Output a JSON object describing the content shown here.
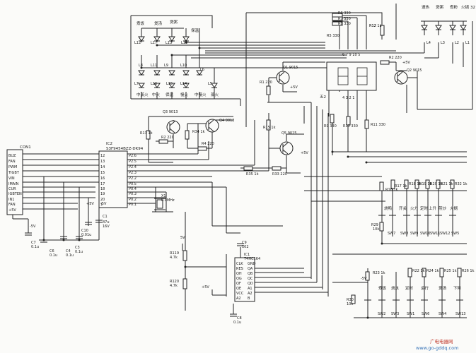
{
  "leds": {
    "top_left": [
      "煮饭",
      "煲汤",
      "煲粥",
      "保温"
    ],
    "bottom_row": [
      "中蒸火",
      "中火",
      "保温",
      "慢火",
      "中慢火",
      "蒸火"
    ],
    "top_right": [
      "速热",
      "煲粥",
      "煮粉",
      "火锅"
    ],
    "top_right_extra": "32"
  },
  "refs": {
    "L12": "L12",
    "L17": "L17",
    "L13": "L13",
    "L18": "L18",
    "L8": "L8",
    "L11": "L11",
    "L9": "L9",
    "L10": "L10",
    "L6": "L6",
    "L7": "L7",
    "L16": "L16",
    "L15": "L15",
    "L14": "L14",
    "L5": "L5",
    "L4": "L4",
    "L3": "L3",
    "L2": "L2",
    "L1": "L1"
  },
  "resistors": {
    "R6": "R6 330",
    "R7": "R7 330",
    "R8": "R8 330",
    "R5": "R5 330",
    "R12_top": "R12 1k",
    "R12_label": "R12",
    "R2": "R2 220",
    "R1": "R1 220",
    "R9": "R9 330",
    "R10": "R10 330",
    "R11": "R11 330",
    "R13": "R13 1k",
    "R2b": "R2 220",
    "R34": "R34 1k",
    "R4": "R4 220",
    "R15": "R15 1k",
    "R35": "R35 1k",
    "R33": "R33 220",
    "R16": "R16 1k",
    "R17": "R17 1k",
    "R18": "R18 1k",
    "R19": "R19 1k",
    "R20": "R20 1k",
    "R21": "R21 1k",
    "R32": "R32 1k",
    "R29": "R29",
    "R29_val": "10k",
    "R23": "R23 1k",
    "R22": "R22 1k",
    "R24": "R24 1k",
    "R25": "R25 1k",
    "R26": "R26 1k",
    "R30": "R30",
    "R30_val": "10k",
    "R119": "R119",
    "R119_val": "4.7k",
    "R120": "R120",
    "R120_val": "4.7k"
  },
  "transistors": {
    "Q1": "Q1 9015",
    "Q2": "Q2 9015",
    "Q3": "Q3 9013",
    "Q4": "Q4 9012",
    "Q5": "Q5 9015"
  },
  "display": {
    "top_pins": "6 7 9 10 5",
    "bottom_pins": "4 3 2 1",
    "side_label": "五2"
  },
  "power": {
    "plus5v_a": "+5V",
    "plus5v_b": "+5V",
    "plus5v_c": "+5V",
    "plus5v_d": "+5V",
    "plus5v_e": "+5V",
    "minus5v_a": "-5V",
    "minus5v_b": "-5V",
    "minus5v_c": "-5V",
    "v5": "5V"
  },
  "ic2": {
    "ref": "IC2",
    "part": "S3F9454BZZ-DK94",
    "pins": [
      "12",
      "13",
      "14",
      "15",
      "16",
      "17",
      "18",
      "19",
      "20",
      "1"
    ],
    "pins_right": [
      "P2.6",
      "P2.5",
      "P2.4",
      "P2.3",
      "P2.2",
      "P0.5",
      "P0.4",
      "P0.3",
      "P0.2",
      "P0.1"
    ]
  },
  "crystal": {
    "ref": "X1",
    "value": "8.0MHz"
  },
  "connector": {
    "ref": "CON1",
    "pins": [
      "BUZ",
      "FAN",
      "PWM",
      "TIGBT",
      "VIN",
      "IMAIN",
      "CUR",
      "IGBTEN",
      "IN1",
      "FAN",
      "+5V"
    ]
  },
  "capacitors": {
    "C7": "C7",
    "C7_val": "0.1u",
    "C6": "C6",
    "C6_val": "0.1u",
    "C4": "C4",
    "C4_val": "0.1u",
    "C3": "C3",
    "C3_val": "0.1u",
    "C10": "C10",
    "C10_val": "0.01u",
    "C1": "C1",
    "C1_val": "47u",
    "C1_v": "16V",
    "C9": "C9",
    "C9_val": "102",
    "C8": "C8",
    "C8_val": "0.1u"
  },
  "ic1": {
    "ref": "IC1",
    "part": "74HC164",
    "pins": [
      "CLK",
      "RES",
      "QH",
      "QG",
      "QF",
      "QE",
      "VCC",
      "A2"
    ],
    "pins_right": [
      "GND",
      "QA",
      "QB",
      "QC",
      "QD",
      "A1",
      "A2",
      "B"
    ]
  },
  "switches": {
    "top": [
      "烧鸭",
      "开关",
      "火力",
      "定时",
      "上升",
      "煎炒",
      "火锅"
    ],
    "top_ids": [
      "SW7",
      "SW8",
      "SW9",
      "SW10",
      "SW11",
      "SW12",
      "SW5"
    ],
    "bottom": [
      "煮饭",
      "烧水",
      "定时",
      "运行",
      "煲汤",
      "下降"
    ],
    "bottom_ids": [
      "SW2",
      "SW3",
      "SW1",
      "SW6",
      "SW4",
      "SW13"
    ]
  },
  "watermark": {
    "cn": "广电电器网",
    "url": "www.go-gddq.com"
  }
}
